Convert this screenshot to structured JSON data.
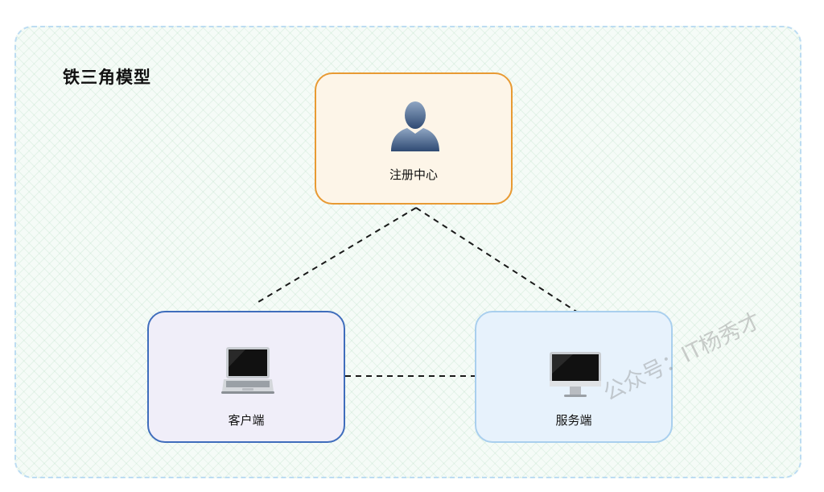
{
  "title": "铁三角模型",
  "nodes": {
    "registry": {
      "label": "注册中心",
      "icon": "user-icon"
    },
    "client": {
      "label": "客户端",
      "icon": "laptop-icon"
    },
    "server": {
      "label": "服务端",
      "icon": "monitor-icon"
    }
  },
  "watermark": "公众号：IT杨秀才",
  "colors": {
    "registry_border": "#e89a33",
    "registry_fill": "#fdf5e8",
    "client_border": "#3f6dbc",
    "client_fill": "#f0eef9",
    "server_border": "#a9cfee",
    "server_fill": "#e7f2fc",
    "frame_border": "#bcdcf2"
  }
}
